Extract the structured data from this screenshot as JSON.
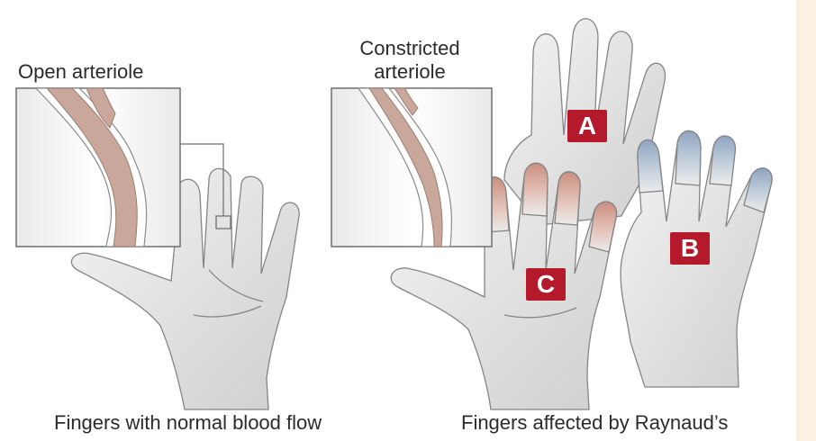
{
  "labels": {
    "open_arteriole": "Open arteriole",
    "constricted_arteriole_1": "Constricted",
    "constricted_arteriole_2": "arteriole",
    "normal_caption": "Fingers with normal blood flow",
    "raynaud_caption": "Fingers affected by Raynaud’s"
  },
  "badges": {
    "a": "A",
    "b": "B",
    "c": "C"
  },
  "colors": {
    "badge": "#b51a2c",
    "vessel": "#c9a79a",
    "skin": "#e6e6e6",
    "skin_outline": "#8a8a8a",
    "red_tint": "#cf9b8c",
    "blue_tint": "#92a7c2",
    "page_edge": "#fbf1e3"
  }
}
